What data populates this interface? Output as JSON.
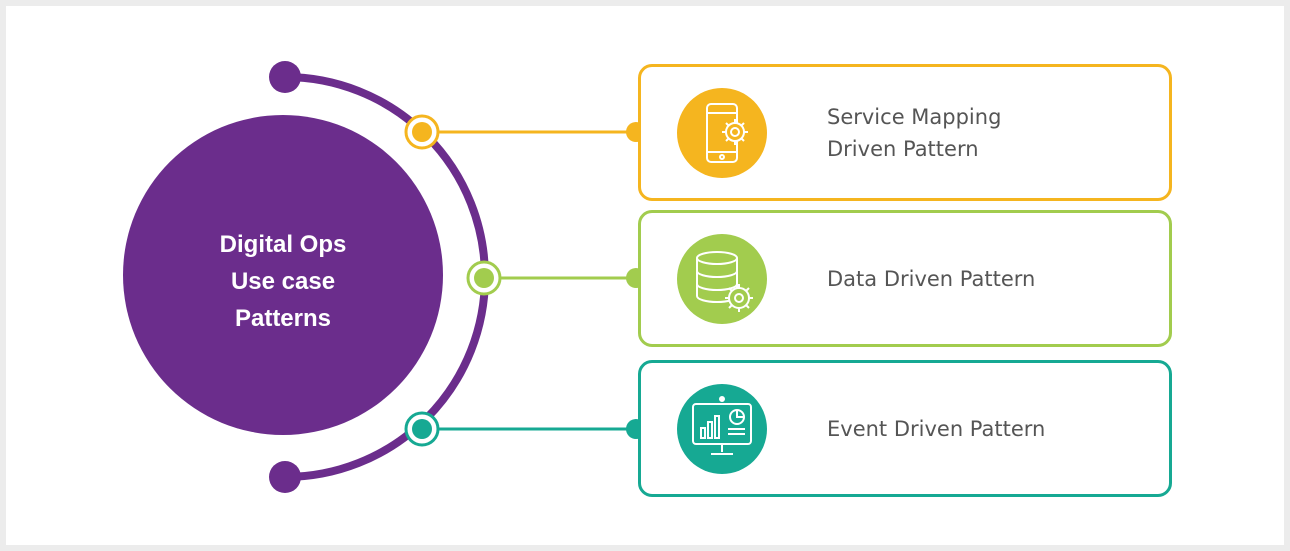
{
  "center": {
    "title_line1": "Digital Ops",
    "title_line2": "Use case",
    "title_line3": "Patterns"
  },
  "patterns": [
    {
      "line1": "Service Mapping",
      "line2": "Driven Pattern",
      "icon": "mobile-gear-icon",
      "color": "#f5b51f"
    },
    {
      "line1": "Data Driven Pattern",
      "line2": "",
      "icon": "database-gear-icon",
      "color": "#a2cc4e"
    },
    {
      "line1": "Event Driven Pattern",
      "line2": "",
      "icon": "monitor-analytics-icon",
      "color": "#16a993"
    }
  ],
  "colors": {
    "purple": "#6b2d8c",
    "orange": "#f5b51f",
    "green": "#a2cc4e",
    "teal": "#16a993"
  }
}
